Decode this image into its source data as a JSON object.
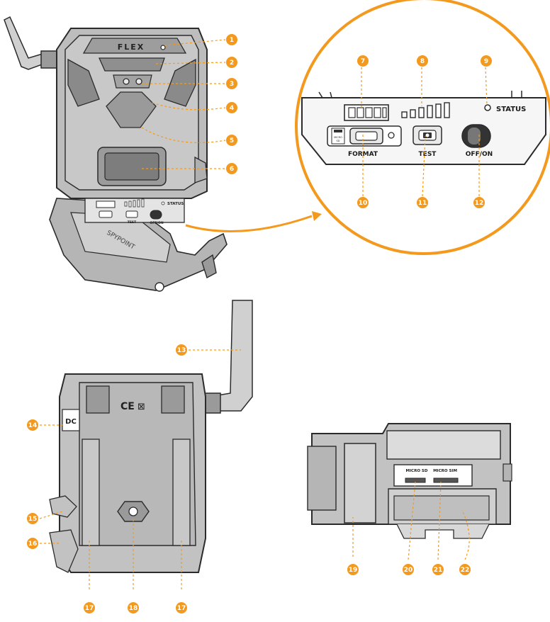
{
  "front": {
    "brand": "FLEX",
    "status_label": "STATUS",
    "test_label": "TEST",
    "offon_label": "OFF/ON"
  },
  "zoom": {
    "status_label": "STATUS",
    "format_label": "FORMAT",
    "test_label": "TEST",
    "offon_label": "OFF/ON",
    "sd_card_label": "MICRO SD"
  },
  "back": {
    "dc_label": "DC",
    "ce_mark": "CE"
  },
  "side": {
    "micro_sd_label": "MICRO SD",
    "micro_sim_label": "MICRO SIM"
  },
  "callouts": [
    "1",
    "2",
    "3",
    "4",
    "5",
    "6",
    "7",
    "8",
    "9",
    "10",
    "11",
    "12",
    "13",
    "14",
    "15",
    "16",
    "17",
    "18",
    "17",
    "19",
    "20",
    "21",
    "22"
  ],
  "colors": {
    "accent": "#f39a1e",
    "outline": "#2b2b2b",
    "body": "#bfbfbf",
    "dark": "#8c8c8c"
  }
}
